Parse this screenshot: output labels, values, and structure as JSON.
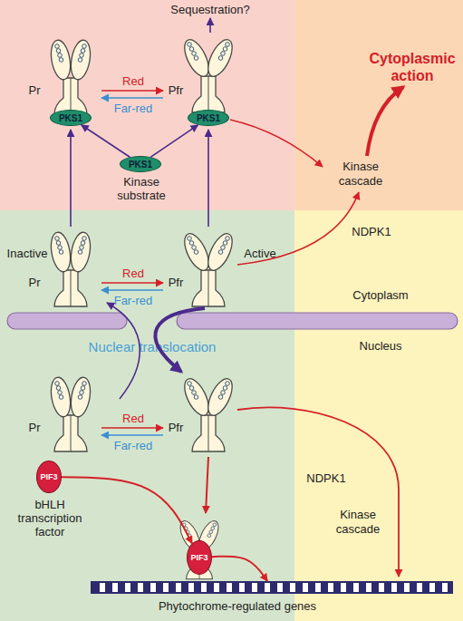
{
  "diagram": {
    "nodes": [
      {
        "text": [
          "PKS1"
        ]
      },
      {
        "text": [
          "PKS1"
        ]
      },
      {
        "text": [
          "PKS1",
          "Kinase substrate"
        ]
      },
      {
        "text": [
          "PIF3",
          "bHLH transcription factor"
        ]
      },
      {
        "text": [
          "PIF3"
        ]
      },
      {
        "text": [
          "Phytochrome-regulated genes"
        ]
      }
    ],
    "edges": [
      {
        "from": 2,
        "to": 0,
        "arrow": "to"
      },
      {
        "from": 2,
        "to": 1,
        "arrow": "to"
      },
      {
        "from": 3,
        "to": 4,
        "arrow": "to"
      },
      {
        "from": 4,
        "to": 5,
        "arrow": "to"
      }
    ],
    "labels": [
      "Sequestration?",
      "Cytoplasmic action",
      "Pr",
      "Red",
      "Far-red",
      "Pfr",
      "Kinase cascade",
      "NDPK1",
      "Inactive",
      "Pr",
      "Red",
      "Far-red",
      "Pfr",
      "Active",
      "Cytoplasm",
      "Nuclear translocation",
      "Nucleus",
      "Pr",
      "Red",
      "Far-red",
      "Pfr",
      "NDPK1",
      "Kinase cascade"
    ]
  }
}
